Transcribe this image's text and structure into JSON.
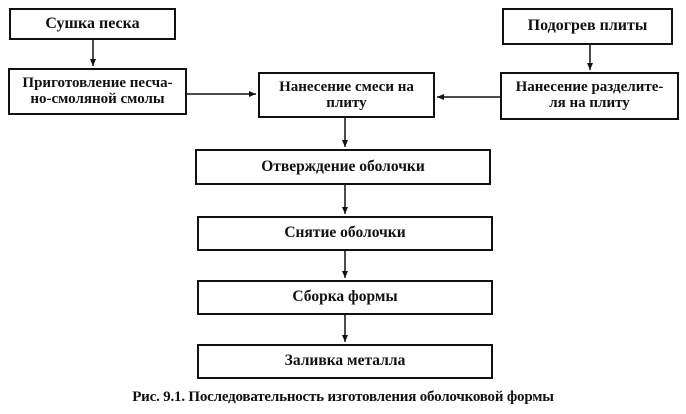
{
  "diagram": {
    "boxes": {
      "sand_drying": {
        "lines": [
          "Сушка песка"
        ]
      },
      "resin_prep": {
        "lines": [
          "Приготовление песча-",
          "но-смоляной смолы"
        ]
      },
      "plate_heating": {
        "lines": [
          "Подогрев плиты"
        ]
      },
      "separator": {
        "lines": [
          "Нанесение разделите-",
          "ля на плиту"
        ]
      },
      "mix_apply": {
        "lines": [
          "Нанесение смеси на",
          "плиту"
        ]
      },
      "curing": {
        "lines": [
          "Отверждение оболочки"
        ]
      },
      "removal": {
        "lines": [
          "Снятие оболочки"
        ]
      },
      "assembly": {
        "lines": [
          "Сборка формы"
        ]
      },
      "pouring": {
        "lines": [
          "Заливка металла"
        ]
      }
    },
    "caption": "Рис. 9.1. Последовательность изготовления оболочковой формы"
  }
}
